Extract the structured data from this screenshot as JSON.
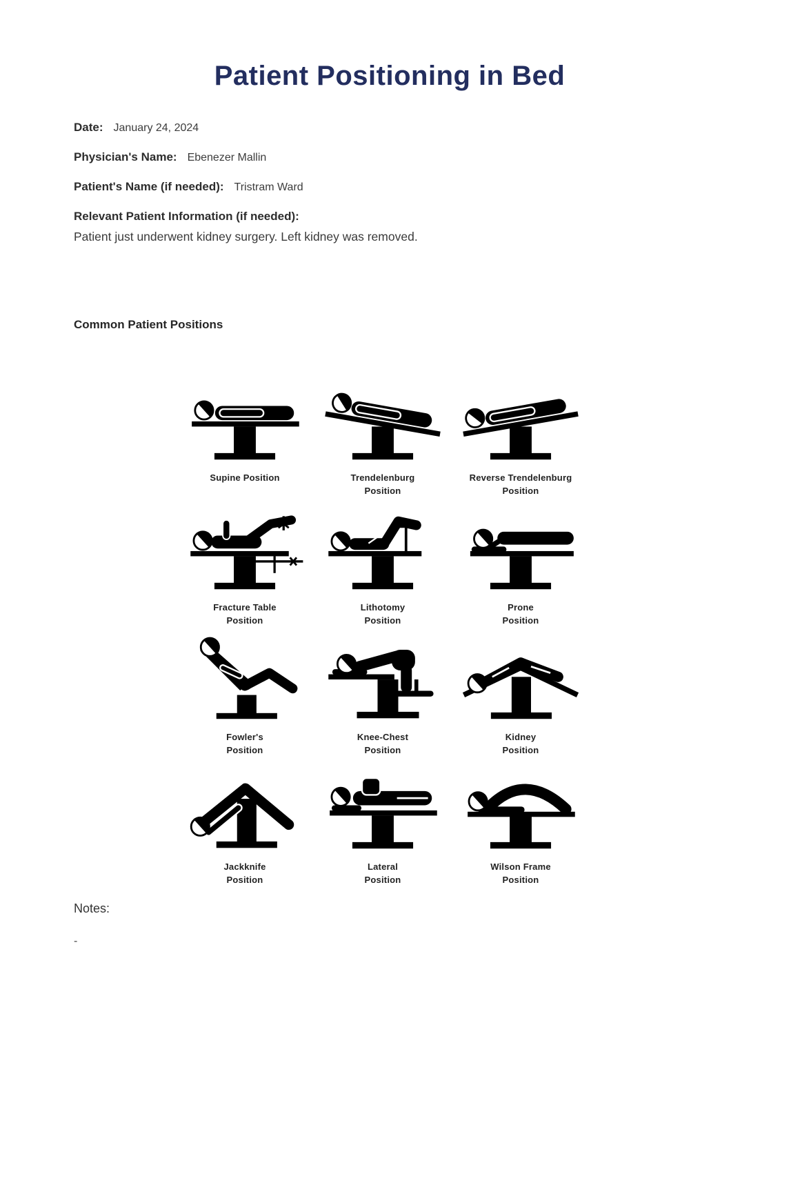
{
  "page": {
    "title": "Patient Positioning in Bed",
    "fields": [
      {
        "label": "Date:",
        "value": "January 24, 2024"
      },
      {
        "label": "Physician's Name:",
        "value": "Ebenezer Mallin"
      },
      {
        "label": "Patient's Name (if needed):",
        "value": "Tristram Ward"
      },
      {
        "label": "Relevant Patient Information (if needed):",
        "value": "Patient just underwent kidney surgery. Left kidney was removed."
      }
    ],
    "section_heading": "Common Patient Positions",
    "positions": [
      {
        "icon": "supine-position-icon",
        "line1": "Supine Position",
        "line2": ""
      },
      {
        "icon": "trendelenburg-position-icon",
        "line1": "Trendelenburg",
        "line2": "Position"
      },
      {
        "icon": "reverse-trendelenburg-position-icon",
        "line1": "Reverse Trendelenburg",
        "line2": "Position"
      },
      {
        "icon": "fracture-table-position-icon",
        "line1": "Fracture Table",
        "line2": "Position"
      },
      {
        "icon": "lithotomy-position-icon",
        "line1": "Lithotomy",
        "line2": "Position"
      },
      {
        "icon": "prone-position-icon",
        "line1": "Prone",
        "line2": "Position"
      },
      {
        "icon": "fowlers-position-icon",
        "line1": "Fowler's",
        "line2": "Position"
      },
      {
        "icon": "knee-chest-position-icon",
        "line1": "Knee-Chest",
        "line2": "Position"
      },
      {
        "icon": "kidney-position-icon",
        "line1": "Kidney",
        "line2": "Position"
      },
      {
        "icon": "jackknife-position-icon",
        "line1": "Jackknife",
        "line2": "Position"
      },
      {
        "icon": "lateral-position-icon",
        "line1": "Lateral",
        "line2": "Position"
      },
      {
        "icon": "wilson-frame-position-icon",
        "line1": "Wilson Frame",
        "line2": "Position"
      }
    ],
    "notes": {
      "label": "Notes:",
      "value": "-"
    },
    "colors": {
      "title": "#232e5f",
      "body_text": "#2d2d2d",
      "icons": "#000000",
      "background": "#ffffff"
    }
  }
}
